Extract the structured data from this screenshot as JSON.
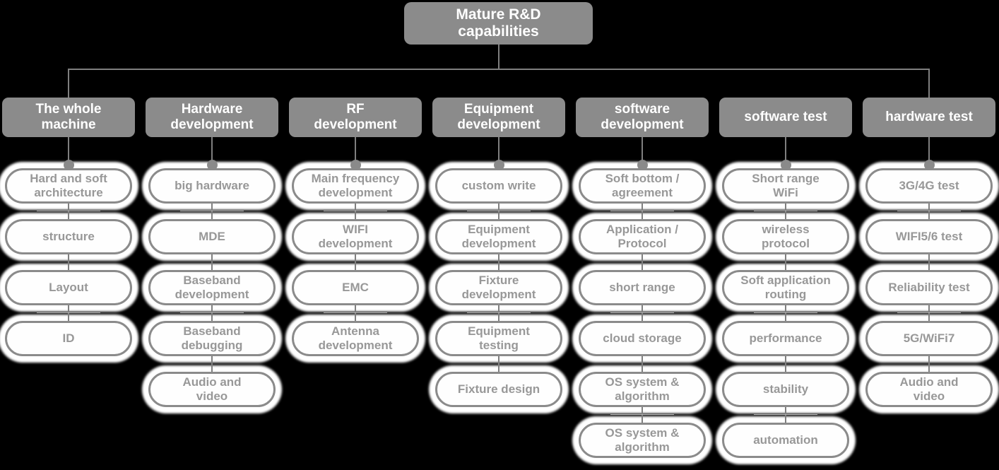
{
  "diagram": {
    "root": {
      "label": "Mature R&D\ncapabilities"
    },
    "columns": [
      {
        "header": "The whole\nmachine",
        "items": [
          "Hard and soft\narchitecture",
          "structure",
          "Layout",
          "ID"
        ]
      },
      {
        "header": "Hardware\ndevelopment",
        "items": [
          "big hardware",
          "MDE",
          "Baseband\ndevelopment",
          "Baseband\ndebugging",
          "Audio and\nvideo"
        ]
      },
      {
        "header": "RF\ndevelopment",
        "items": [
          "Main frequency\ndevelopment",
          "WIFI\ndevelopment",
          "EMC",
          "Antenna\ndevelopment"
        ]
      },
      {
        "header": "Equipment\ndevelopment",
        "items": [
          "custom write",
          "Equipment\ndevelopment",
          "Fixture\ndevelopment",
          "Equipment\ntesting",
          "Fixture design"
        ]
      },
      {
        "header": "software\ndevelopment",
        "items": [
          "Soft bottom /\nagreement",
          "Application /\nProtocol",
          "short range",
          "cloud storage",
          "OS system &\nalgorithm",
          "OS system &\nalgorithm"
        ]
      },
      {
        "header": "software test",
        "items": [
          "Short range\nWiFi",
          "wireless\nprotocol",
          "Soft application\nrouting",
          "performance",
          "stability",
          "automation"
        ]
      },
      {
        "header": "hardware test",
        "items": [
          "3G/4G test",
          "WIFI5/6 test",
          "Reliability test",
          "5G/WiFi7",
          "Audio and\nvideo"
        ]
      }
    ],
    "colors": {
      "background": "#000000",
      "node_fill": "#8b8b8b",
      "node_text": "#ffffff",
      "pill_fill": "#fefefe",
      "pill_border": "#8b8b8b",
      "pill_text": "#989898",
      "connector": "#7f7f7f",
      "connector_dot": "#8a8a8a",
      "separator": "#b6b6b6",
      "halo": "#ffffff"
    }
  }
}
